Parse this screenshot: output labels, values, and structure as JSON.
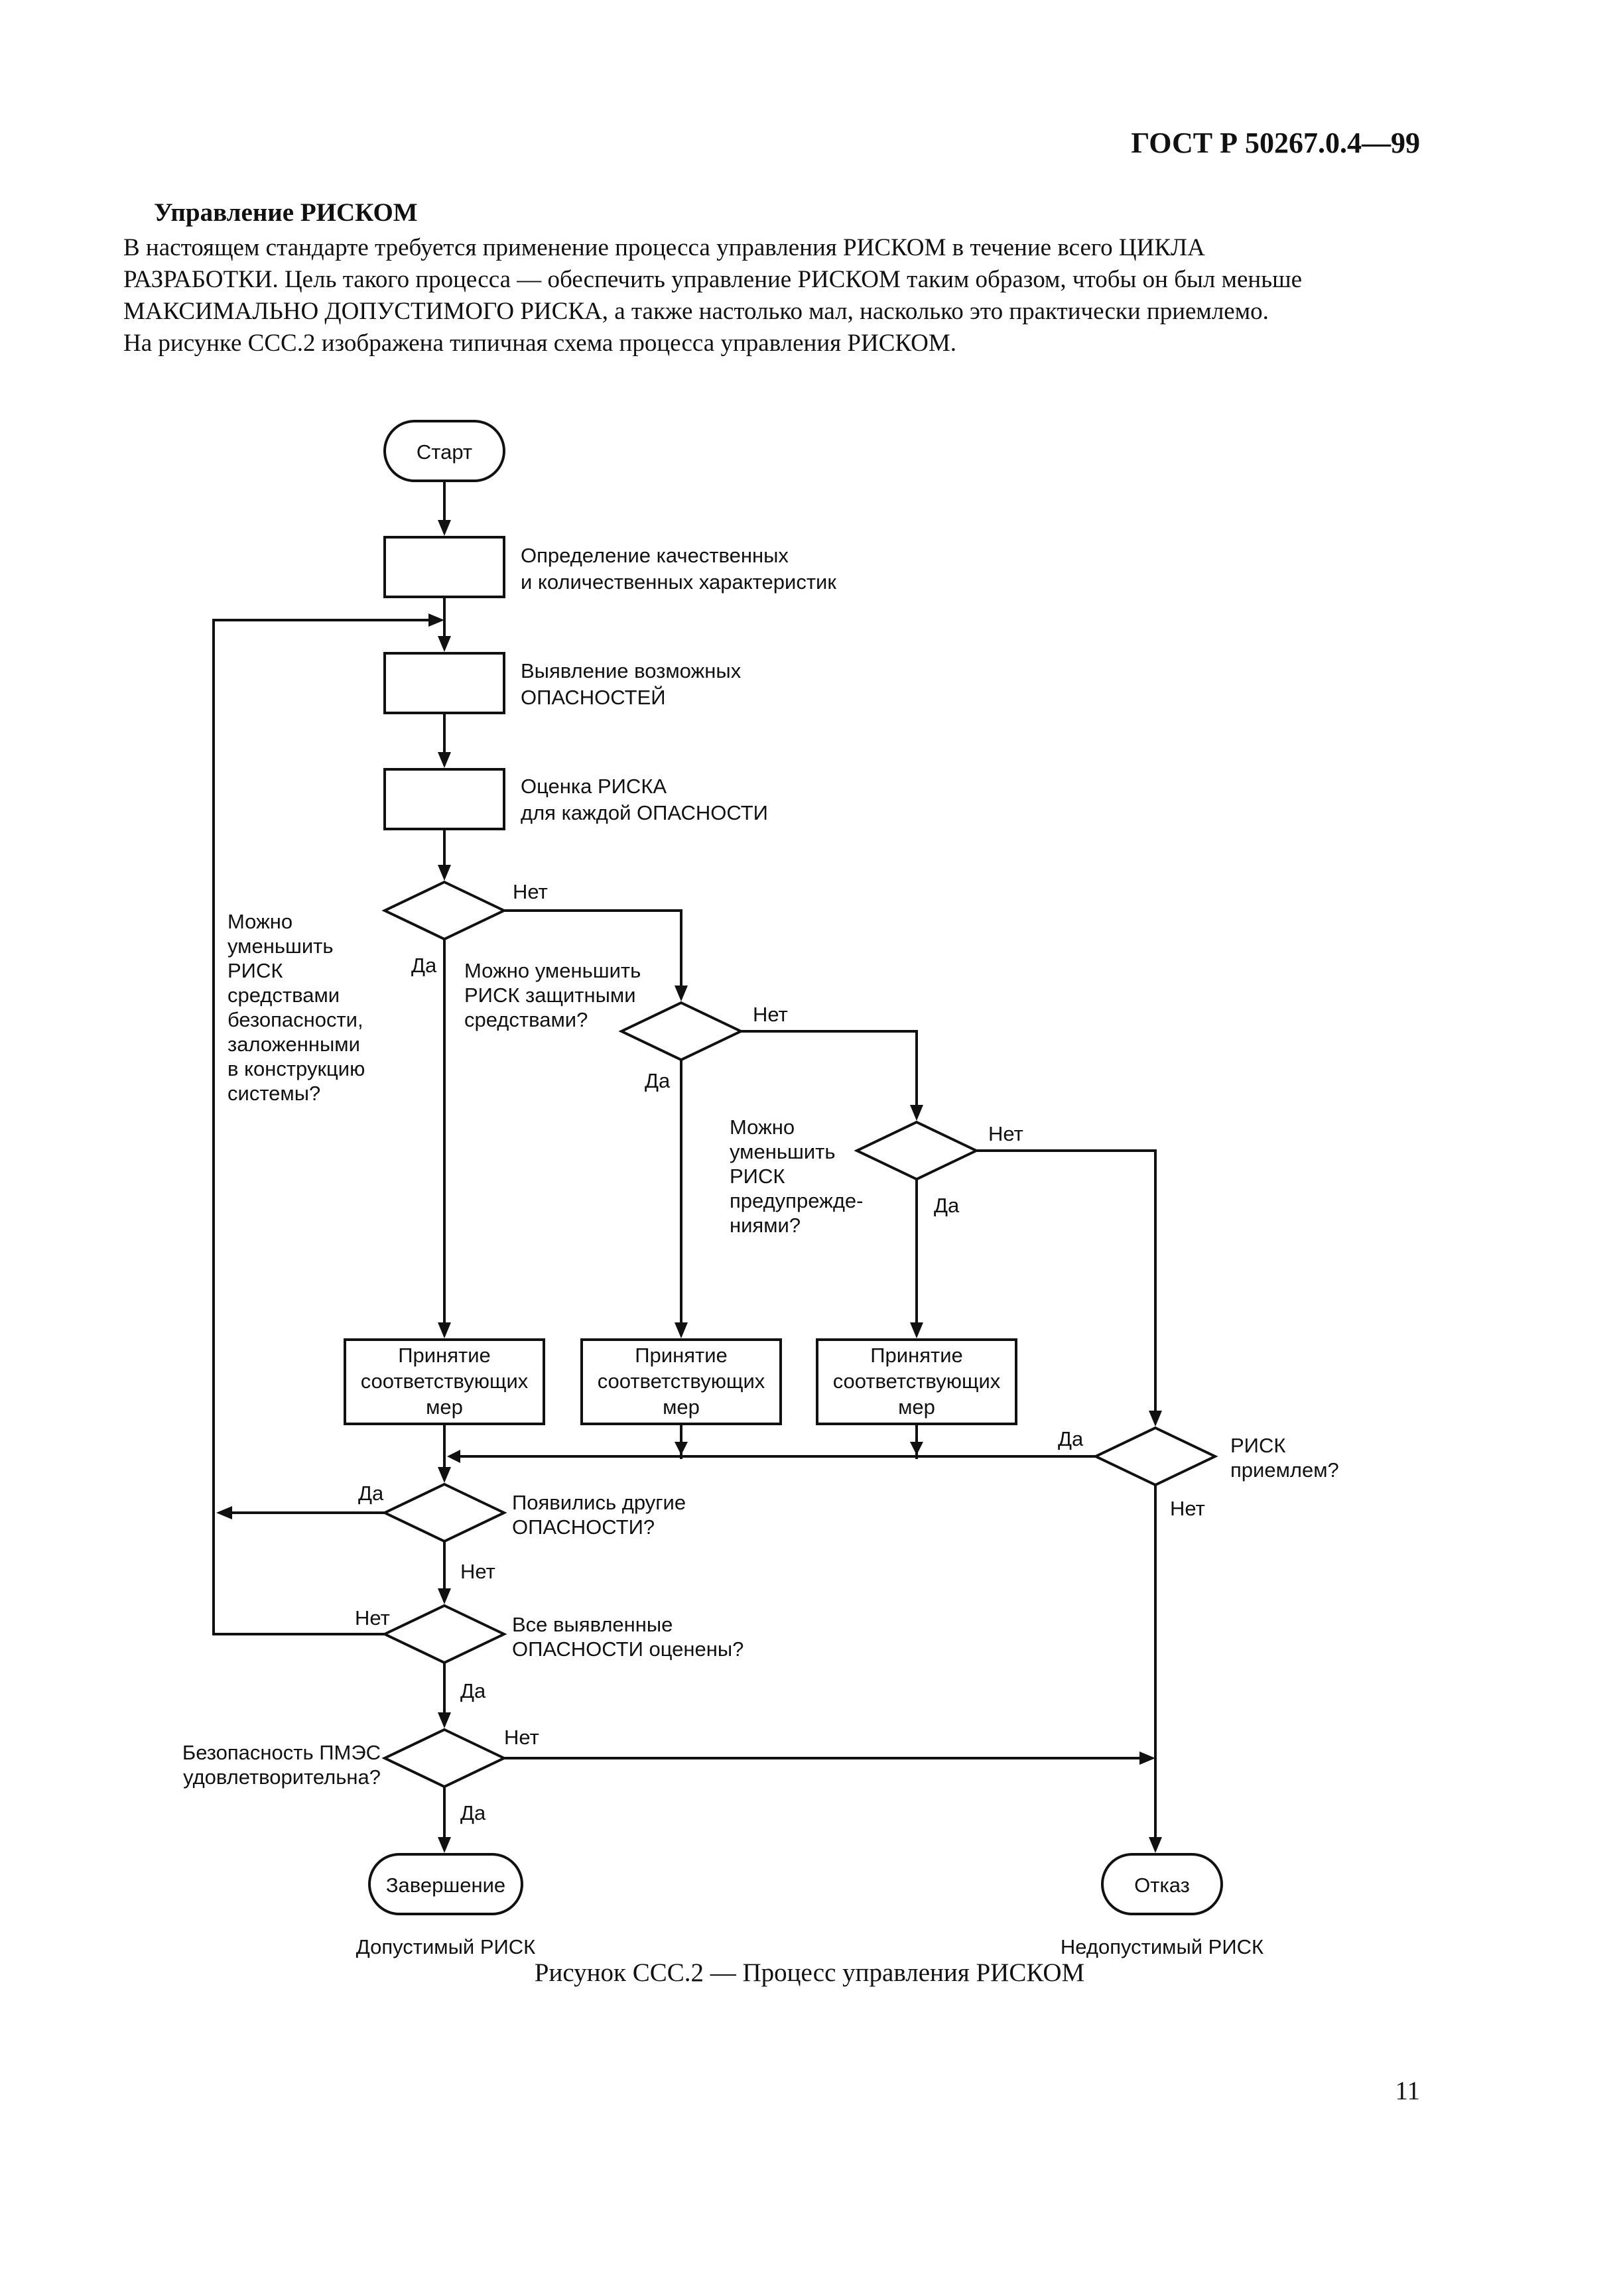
{
  "header": {
    "doc_code": "ГОСТ Р 50267.0.4—99"
  },
  "section": {
    "title": "Управление РИСКОМ",
    "paragraph_lines": [
      "В настоящем стандарте требуется применение процесса управления РИСКОМ в течение всего ЦИКЛА",
      "РАЗРАБОТКИ. Цель такого процесса — обеспечить управление РИСКОМ таким образом, чтобы он был меньше",
      "МАКСИМАЛЬНО ДОПУСТИМОГО РИСКА, а также настолько мал, насколько это практически приемлемо.",
      "На рисунке ССС.2 изображена типичная схема процесса управления РИСКОМ."
    ]
  },
  "flowchart": {
    "start": "Старт",
    "step_define": [
      "Определение качественных",
      "и количественных характеристик"
    ],
    "step_identify": [
      "Выявление возможных",
      "ОПАСНОСТЕЙ"
    ],
    "step_assess": [
      "Оценка РИСКА",
      "для каждой ОПАСНОСТИ"
    ],
    "q_design": [
      "Можно",
      "уменьшить",
      "РИСК",
      "средствами",
      "безопасности,",
      "заложенными",
      "в конструкцию",
      "системы?"
    ],
    "q_protective": [
      "Можно уменьшить",
      "РИСК защитными",
      "средствами?"
    ],
    "q_warnings": [
      "Можно",
      "уменьшить",
      "РИСК",
      "предупрежде-",
      "ниями?"
    ],
    "q_acceptable": [
      "РИСК",
      "приемлем?"
    ],
    "q_other_hazards": [
      "Появились другие",
      "ОПАСНОСТИ?"
    ],
    "q_all_assessed": [
      "Все выявленные",
      "ОПАСНОСТИ оценены?"
    ],
    "q_safety": [
      "Безопасность ПМЭС",
      "удовлетворительна?"
    ],
    "measures": [
      "Принятие",
      "соответствующих",
      "мер"
    ],
    "yes": "Да",
    "no": "Нет",
    "end_ok": "Завершение",
    "end_fail": "Отказ",
    "result_ok": "Допустимый РИСК",
    "result_fail": "Недопустимый РИСК"
  },
  "figure": {
    "caption": "Рисунок ССС.2 — Процесс управления РИСКОМ"
  },
  "page": {
    "number": "11"
  }
}
